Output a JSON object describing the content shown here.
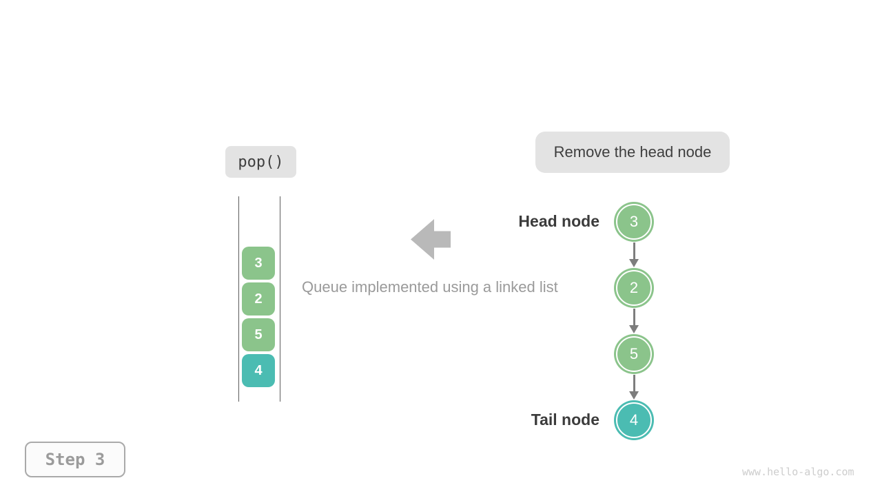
{
  "colors": {
    "green": "#8bc48b",
    "teal": "#4bbcb2",
    "label_bg": "#e3e3e3",
    "dark_text": "#3e3e3e",
    "muted_text": "#9a9a9a",
    "big_arrow_gray": "#b9b9b9",
    "connector_gray": "#7d7d7d"
  },
  "operation": {
    "label": "pop()"
  },
  "annotation": {
    "label": "Remove the head node"
  },
  "caption": {
    "text": "Queue implemented using a linked list"
  },
  "stack": {
    "items": [
      {
        "value": "3",
        "color": "#8bc48b"
      },
      {
        "value": "2",
        "color": "#8bc48b"
      },
      {
        "value": "5",
        "color": "#8bc48b"
      },
      {
        "value": "4",
        "color": "#4bbcb2"
      }
    ]
  },
  "linked_list": {
    "head_label": "Head node",
    "tail_label": "Tail node",
    "nodes": [
      {
        "value": "3",
        "color": "#8bc48b"
      },
      {
        "value": "2",
        "color": "#8bc48b"
      },
      {
        "value": "5",
        "color": "#8bc48b"
      },
      {
        "value": "4",
        "color": "#4bbcb2"
      }
    ]
  },
  "footer": {
    "step_label": "Step 3",
    "site": "www.hello-algo.com"
  }
}
